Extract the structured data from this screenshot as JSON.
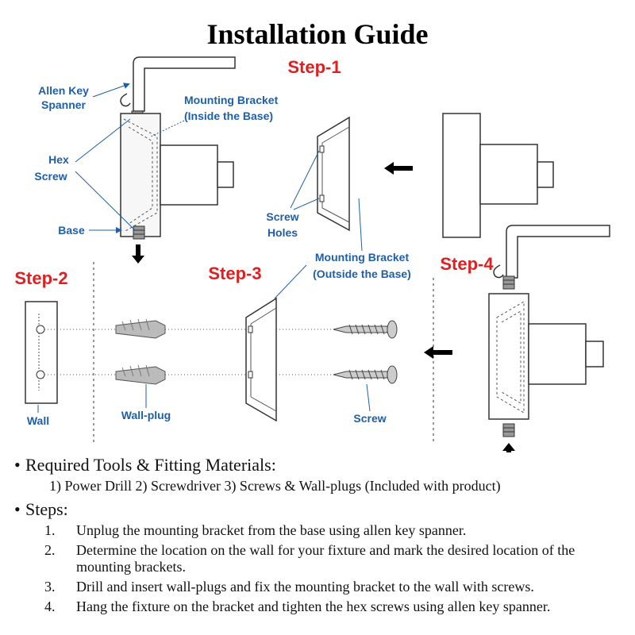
{
  "title": "Installation Guide",
  "step_labels": {
    "step1": "Step-1",
    "step2": "Step-2",
    "step3": "Step-3",
    "step4": "Step-4"
  },
  "callouts": {
    "allen_key_line1": "Allen Key",
    "allen_key_line2": "Spanner",
    "bracket_inside_line1": "Mounting Bracket",
    "bracket_inside_line2": "(Inside the Base)",
    "hex_screw_line1": "Hex",
    "hex_screw_line2": "Screw",
    "base": "Base",
    "screw_holes_line1": "Screw",
    "screw_holes_line2": "Holes",
    "bracket_outside_line1": "Mounting Bracket",
    "bracket_outside_line2": "(Outside the Base)",
    "wall": "Wall",
    "wall_plug": "Wall-plug",
    "screw": "Screw"
  },
  "colors": {
    "callout_blue": "#1f5fa8",
    "step_red": "#e02020",
    "line": "#333333",
    "fill_gray": "#f2f2f2"
  },
  "tools_heading": "Required Tools & Fitting Materials:",
  "tools_line": "1) Power Drill 2) Screwdriver 3) Screws & Wall-plugs (Included with product)",
  "steps_heading": "Steps:",
  "steps": [
    {
      "num": "1.",
      "text": "Unplug the mounting bracket from the base using allen key spanner."
    },
    {
      "num": "2.",
      "text": "Determine the location on the wall for your fixture and mark the desired location of the mounting brackets."
    },
    {
      "num": "3.",
      "text": "Drill and insert wall-plugs and fix the mounting bracket to the wall with screws."
    },
    {
      "num": "4.",
      "text": "Hang the fixture on the bracket and tighten the hex screws using allen key spanner."
    }
  ]
}
